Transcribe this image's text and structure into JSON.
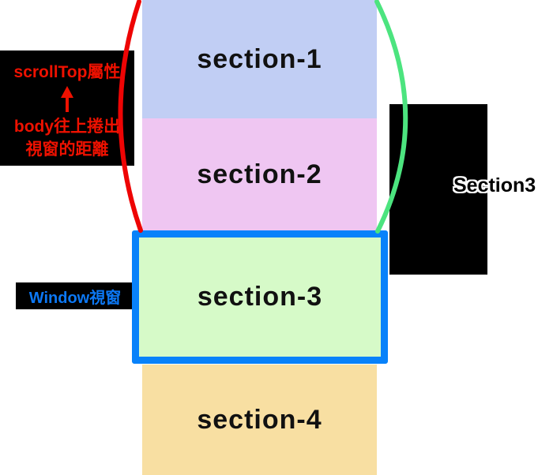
{
  "diagram": {
    "sections": [
      {
        "id": "section-1",
        "label": "section-1",
        "color": "#c1cef4"
      },
      {
        "id": "section-2",
        "label": "section-2",
        "color": "#efc6f2"
      },
      {
        "id": "section-3",
        "label": "section-3",
        "color": "#d6fac8"
      },
      {
        "id": "section-4",
        "label": "section-4",
        "color": "#f8dfa2"
      }
    ],
    "scrolltop_callout": {
      "title": "scrollTop屬性",
      "arrow_icon": "up-arrow",
      "desc_line1": "body往上捲出",
      "desc_line2": "視窗的距離",
      "text_color": "#ee1100",
      "bg_color": "#000000"
    },
    "window_callout": {
      "label": "Window視窗",
      "text_color": "#0c78f5",
      "bg_color": "#000000"
    },
    "right_callout": {
      "label": "Section3",
      "fill_color": "#000000",
      "outline_color": "#ffffff",
      "bg_color": "#000000"
    },
    "viewport": {
      "border_color": "#0882fa"
    },
    "braces": {
      "left_brace_color": "#ee0404",
      "right_brace_color": "#4ce47f"
    }
  }
}
